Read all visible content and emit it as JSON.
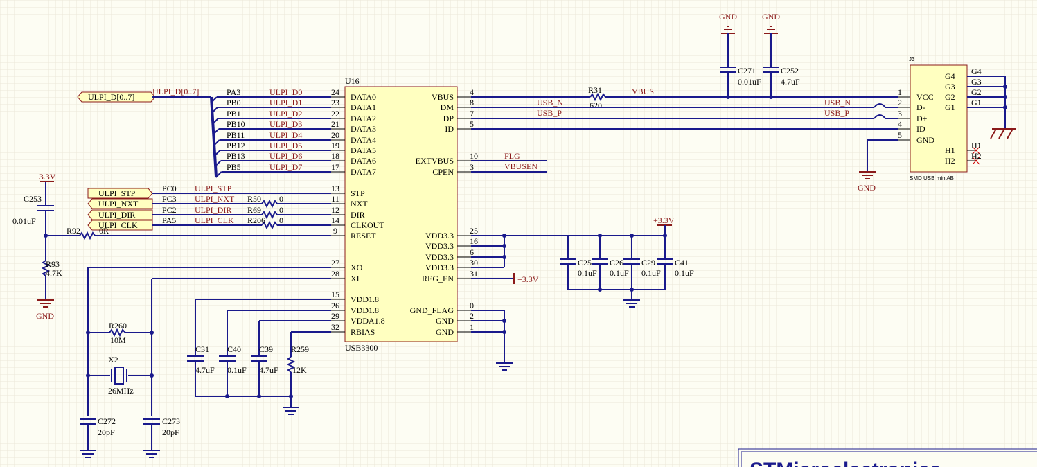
{
  "sheet": {
    "title_block_company": "STMicroelectronics",
    "grid": true,
    "colors": {
      "wire": "#1a1a8c",
      "part_body": "#ffffc0",
      "power_net": "#8b1a1a",
      "background": "#fdfdf3"
    }
  },
  "u16": {
    "designator": "U16",
    "value": "USB3300",
    "left_pins": [
      {
        "num": "24",
        "name": "DATA0"
      },
      {
        "num": "23",
        "name": "DATA1"
      },
      {
        "num": "22",
        "name": "DATA2"
      },
      {
        "num": "21",
        "name": "DATA3"
      },
      {
        "num": "20",
        "name": "DATA4"
      },
      {
        "num": "19",
        "name": "DATA5"
      },
      {
        "num": "18",
        "name": "DATA6"
      },
      {
        "num": "17",
        "name": "DATA7"
      },
      {
        "num": "13",
        "name": "STP"
      },
      {
        "num": "11",
        "name": "NXT"
      },
      {
        "num": "12",
        "name": "DIR"
      },
      {
        "num": "14",
        "name": "CLKOUT"
      },
      {
        "num": "9",
        "name": "RESET"
      },
      {
        "num": "27",
        "name": "XO"
      },
      {
        "num": "28",
        "name": "XI"
      },
      {
        "num": "15",
        "name": "VDD1.8"
      },
      {
        "num": "26",
        "name": "VDD1.8"
      },
      {
        "num": "29",
        "name": "VDDA1.8"
      },
      {
        "num": "32",
        "name": "RBIAS"
      }
    ],
    "right_pins": [
      {
        "num": "4",
        "name": "VBUS"
      },
      {
        "num": "8",
        "name": "DM"
      },
      {
        "num": "7",
        "name": "DP"
      },
      {
        "num": "5",
        "name": "ID"
      },
      {
        "num": "10",
        "name": "EXTVBUS"
      },
      {
        "num": "3",
        "name": "CPEN"
      },
      {
        "num": "25",
        "name": "VDD3.3"
      },
      {
        "num": "16",
        "name": "VDD3.3"
      },
      {
        "num": "6",
        "name": "VDD3.3"
      },
      {
        "num": "30",
        "name": "VDD3.3"
      },
      {
        "num": "31",
        "name": "REG_EN"
      },
      {
        "num": "0",
        "name": "GND_FLAG"
      },
      {
        "num": "2",
        "name": "GND"
      },
      {
        "num": "1",
        "name": "GND"
      }
    ]
  },
  "ulpi_bus": {
    "port_label": "ULPI_D[0..7]",
    "bus_label": "ULPI_D[0..7]",
    "ports": [
      "PA3",
      "PB0",
      "PB1",
      "PB10",
      "PB11",
      "PB12",
      "PB13",
      "PB5"
    ],
    "nets": [
      "ULPI_D0",
      "ULPI_D1",
      "ULPI_D2",
      "ULPI_D3",
      "ULPI_D4",
      "ULPI_D5",
      "ULPI_D6",
      "ULPI_D7"
    ]
  },
  "ctrl_signals": [
    {
      "port_label": "ULPI_STP",
      "port": "PC0",
      "net": "ULPI_STP",
      "res": "",
      "res_val": ""
    },
    {
      "port_label": "ULPI_NXT",
      "port": "PC3",
      "net": "ULPI_NXT",
      "res": "R50",
      "res_val": "0"
    },
    {
      "port_label": "ULPI_DIR",
      "port": "PC2",
      "net": "ULPI_DIR",
      "res": "R69",
      "res_val": "0"
    },
    {
      "port_label": "ULPI_CLK",
      "port": "PA5",
      "net": "ULPI_CLK",
      "res": "R206",
      "res_val": "0"
    }
  ],
  "reset_section": {
    "supply": "+3.3V",
    "c253": {
      "ref": "C253",
      "val": "0.01uF"
    },
    "r92": {
      "ref": "R92",
      "val": "0R"
    },
    "r93": {
      "ref": "R93",
      "val": "4.7K"
    },
    "gnd": "GND"
  },
  "crystal_section": {
    "r260": {
      "ref": "R260",
      "val": "10M"
    },
    "x2": {
      "ref": "X2",
      "val": "26MHz"
    },
    "c272": {
      "ref": "C272",
      "val": "20pF"
    },
    "c273": {
      "ref": "C273",
      "val": "20pF"
    }
  },
  "vdd18_caps": [
    {
      "ref": "C31",
      "val": "4.7uF"
    },
    {
      "ref": "C40",
      "val": "0.1uF"
    },
    {
      "ref": "C39",
      "val": "4.7uF"
    }
  ],
  "r259": {
    "ref": "R259",
    "val": "12K"
  },
  "vdd33_caps": {
    "supply": "+3.3V",
    "caps": [
      {
        "ref": "C25",
        "val": "0.1uF"
      },
      {
        "ref": "C26",
        "val": "0.1uF"
      },
      {
        "ref": "C29",
        "val": "0.1uF"
      },
      {
        "ref": "C41",
        "val": "0.1uF"
      }
    ],
    "reg_en_supply": "+3.3V"
  },
  "usb_nets": {
    "r31": {
      "ref": "R31",
      "val": "620"
    },
    "vbus": "VBUS",
    "usb_n": "USB_N",
    "usb_p": "USB_P",
    "flg": "FLG",
    "vbusen": "VBUSEN"
  },
  "top_caps": {
    "gnd1": "GND",
    "gnd2": "GND",
    "c271": {
      "ref": "C271",
      "val": "0.01uF"
    },
    "c252": {
      "ref": "C252",
      "val": "4.7uF"
    }
  },
  "j3": {
    "designator": "J3",
    "value": "SMD USB miniAB",
    "left_pins": [
      {
        "num": "1",
        "name": "VCC"
      },
      {
        "num": "2",
        "name": "D-"
      },
      {
        "num": "3",
        "name": "D+"
      },
      {
        "num": "4",
        "name": "ID"
      },
      {
        "num": "5",
        "name": "GND"
      }
    ],
    "right_pins": [
      "G4",
      "G3",
      "G2",
      "G1",
      "H1",
      "H2"
    ],
    "right_nets": [
      "G4",
      "G3",
      "G2",
      "G1",
      "H1",
      "H2"
    ],
    "gnd": "GND"
  }
}
